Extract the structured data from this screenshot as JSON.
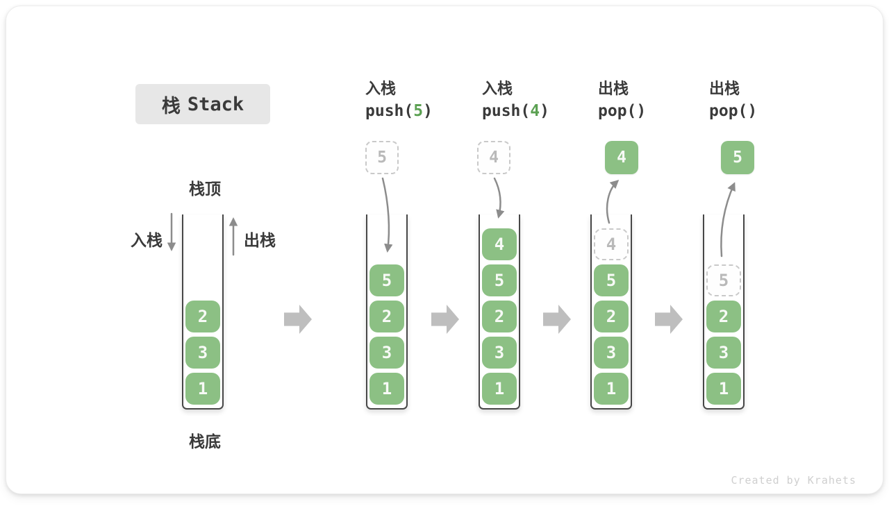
{
  "title": {
    "cjk": "栈",
    "latin": "Stack"
  },
  "legend": {
    "stack_top": "栈顶",
    "stack_bottom": "栈底",
    "push_label": "入栈",
    "pop_label": "出栈"
  },
  "operations": [
    {
      "name": "入栈",
      "code_prefix": "push(",
      "arg": "5",
      "code_suffix": ")"
    },
    {
      "name": "入栈",
      "code_prefix": "push(",
      "arg": "4",
      "code_suffix": ")"
    },
    {
      "name": "出栈",
      "code_prefix": "pop(",
      "arg": "",
      "code_suffix": ")"
    },
    {
      "name": "出栈",
      "code_prefix": "pop(",
      "arg": "",
      "code_suffix": ")"
    }
  ],
  "floating_values": [
    "5",
    "4",
    "4",
    "5"
  ],
  "stacks": [
    {
      "ghost": null,
      "blocks": [
        "2",
        "3",
        "1"
      ]
    },
    {
      "ghost": null,
      "blocks": [
        "5",
        "2",
        "3",
        "1"
      ]
    },
    {
      "ghost": null,
      "blocks": [
        "4",
        "5",
        "2",
        "3",
        "1"
      ]
    },
    {
      "ghost": "4",
      "blocks": [
        "5",
        "2",
        "3",
        "1"
      ]
    },
    {
      "ghost": "5",
      "blocks": [
        "2",
        "3",
        "1"
      ]
    }
  ],
  "colors": {
    "block_green": "#8cc084",
    "code_arg_green": "#5ba052",
    "dark_text": "#3a3a3a",
    "ghost_gray": "#b9b9b9",
    "arrow_gray": "#8c8c8c",
    "step_arrow_gray": "#bebebe",
    "title_bg": "#e7e7e7"
  },
  "watermark": "Created by Krahets"
}
